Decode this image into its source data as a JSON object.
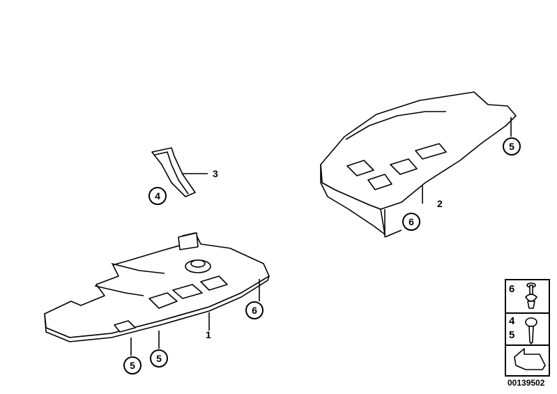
{
  "diagram": {
    "callouts": [
      {
        "id": "part-3",
        "text": "3"
      },
      {
        "id": "part-4",
        "text": "4"
      },
      {
        "id": "part-5-top",
        "text": "5"
      },
      {
        "id": "part-2",
        "text": "2"
      },
      {
        "id": "part-6-right",
        "text": "6"
      },
      {
        "id": "part-6-left",
        "text": "6"
      },
      {
        "id": "part-1",
        "text": "1"
      },
      {
        "id": "part-5-bottom-a",
        "text": "5"
      },
      {
        "id": "part-5-bottom-b",
        "text": "5"
      }
    ],
    "legend": {
      "rows": [
        {
          "numbers": [
            "6"
          ],
          "icon": "push-rivet-icon"
        },
        {
          "numbers": [
            "4",
            "5"
          ],
          "icon": "screw-icon"
        },
        {
          "numbers": [],
          "icon": "arrow-icon"
        }
      ]
    },
    "document_number": "00139502"
  }
}
